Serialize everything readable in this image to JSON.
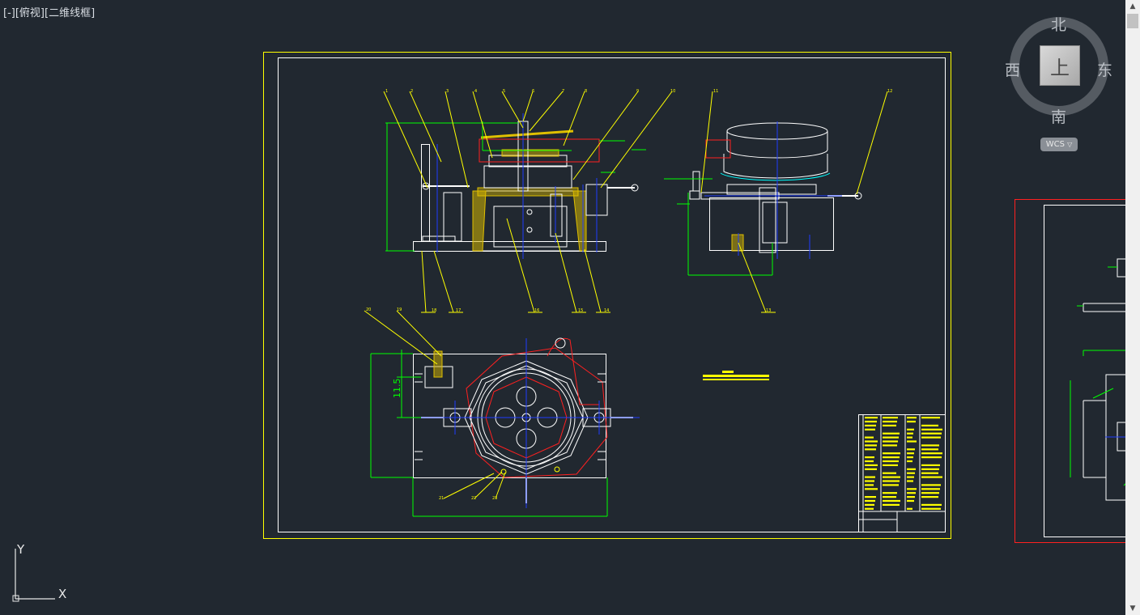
{
  "viewport": {
    "control": "[-]",
    "view": "[俯视]",
    "visual_style": "[二维线框]"
  },
  "viewcube": {
    "north": "北",
    "south": "南",
    "east": "东",
    "west": "西",
    "face": "上",
    "wcs_label": "WCS",
    "wcs_arrow": "▽"
  },
  "ucs": {
    "x_label": "X",
    "y_label": "Y"
  },
  "drawing": {
    "balloons": [
      "1",
      "2",
      "3",
      "4",
      "5",
      "6",
      "7",
      "8",
      "9",
      "10",
      "11",
      "12",
      "13",
      "14",
      "15",
      "16",
      "17",
      "18",
      "19",
      "20",
      "21",
      "22",
      "23"
    ],
    "dim_vertical": "11.5"
  },
  "colors": {
    "background": "#212830",
    "frame": "#ffff00",
    "lines": "#ffffff",
    "dimensions": "#00ff00",
    "centerlines": "#1e3cff",
    "hatch": "#e0c000",
    "red": "#ff2020",
    "cyan": "#00ffff"
  },
  "scrollbar": {
    "up_arrow": "▲",
    "down_arrow": "▼"
  }
}
